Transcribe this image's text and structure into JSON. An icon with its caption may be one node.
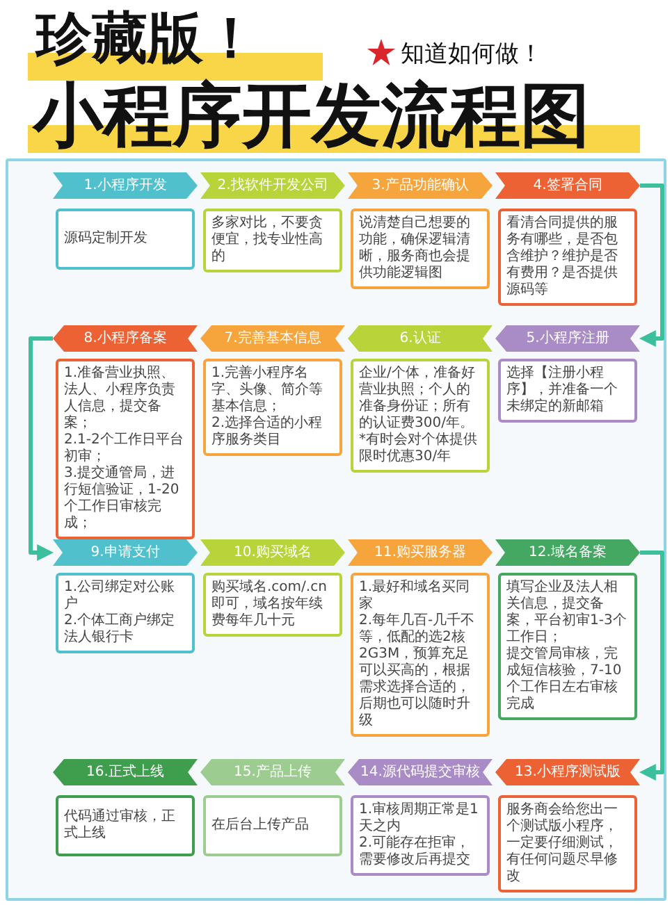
{
  "diagram": {
    "title": "小程序开发流程图",
    "labels": [
      "珍藏版！",
      "知道如何做！"
    ],
    "nodes": [
      {
        "text": [
          "1.小程序开发"
        ]
      },
      {
        "text": [
          "2.找软件开发公司"
        ]
      },
      {
        "text": [
          "3.产品功能确认"
        ]
      },
      {
        "text": [
          "4.签署合同"
        ]
      },
      {
        "text": [
          "源码定制开发"
        ]
      },
      {
        "text": [
          "多家对比，不要贪便宜，找专业性高的"
        ]
      },
      {
        "text": [
          "说清楚自己想要的功能，确保逻辑清晰，服务商也会提供功能逻辑图"
        ]
      },
      {
        "text": [
          "看清合同提供的服务有哪些，是否包含维护？维护是否有费用？是否提供源码等"
        ]
      },
      {
        "text": [
          "8.小程序备案"
        ]
      },
      {
        "text": [
          "7.完善基本信息"
        ]
      },
      {
        "text": [
          "6.认证"
        ]
      },
      {
        "text": [
          "5.小程序注册"
        ]
      },
      {
        "text": [
          "1.准备营业执照、法人、小程序负责人信息，提交备案；",
          "2.1-2个工作日平台初审；",
          "3.提交通管局，进行短信验证，1-20个工作日审核完成；"
        ]
      },
      {
        "text": [
          "1.完善小程序名字、头像、简介等基本信息；",
          "2.选择合适的小程序服务类目"
        ]
      },
      {
        "text": [
          "企业/个体，准备好营业执照；个人的准备身份证；所有的认证费300/年。",
          "*有时会对个体提供限时优惠30/年"
        ]
      },
      {
        "text": [
          "选择【注册小程序】，并准备一个未绑定的新邮箱"
        ]
      },
      {
        "text": [
          "9.申请支付"
        ]
      },
      {
        "text": [
          "10.购买域名"
        ]
      },
      {
        "text": [
          "11.购买服务器"
        ]
      },
      {
        "text": [
          "12.域名备案"
        ]
      },
      {
        "text": [
          "1.公司绑定对公账户",
          "2.个体工商户绑定法人银行卡"
        ]
      },
      {
        "text": [
          "购买域名.com/.cn即可，域名按年续费每年几十元"
        ]
      },
      {
        "text": [
          "1.最好和域名买同家",
          "2.每年几百-几千不等，低配的选2核2G3M，预算充足可以买高的，根据需求选择合适的，后期也可以随时升级"
        ]
      },
      {
        "text": [
          "填写企业及法人相关信息，提交备案，平台初审1-3个工作日；",
          "提交管局审核，完成短信核验，7-10个工作日左右审核完成"
        ]
      },
      {
        "text": [
          "16.正式上线"
        ]
      },
      {
        "text": [
          "15.产品上传"
        ]
      },
      {
        "text": [
          "14.源代码提交审核"
        ]
      },
      {
        "text": [
          "13.小程序测试版"
        ]
      },
      {
        "text": [
          "代码通过审核，正式上线"
        ]
      },
      {
        "text": [
          "在后台上传产品"
        ]
      },
      {
        "text": [
          "1.审核周期正常是1天之内",
          "2.可能存在拒审，需要修改后再提交"
        ]
      },
      {
        "text": [
          "服务商会给您出一个测试版小程序，一定要仔细测试，有任何问题尽早修改"
        ]
      }
    ],
    "edges": [
      {
        "from": 3,
        "to": 11,
        "arrow": "to"
      },
      {
        "from": 8,
        "to": 16,
        "arrow": "to"
      },
      {
        "from": 19,
        "to": 27,
        "arrow": "to"
      }
    ]
  }
}
